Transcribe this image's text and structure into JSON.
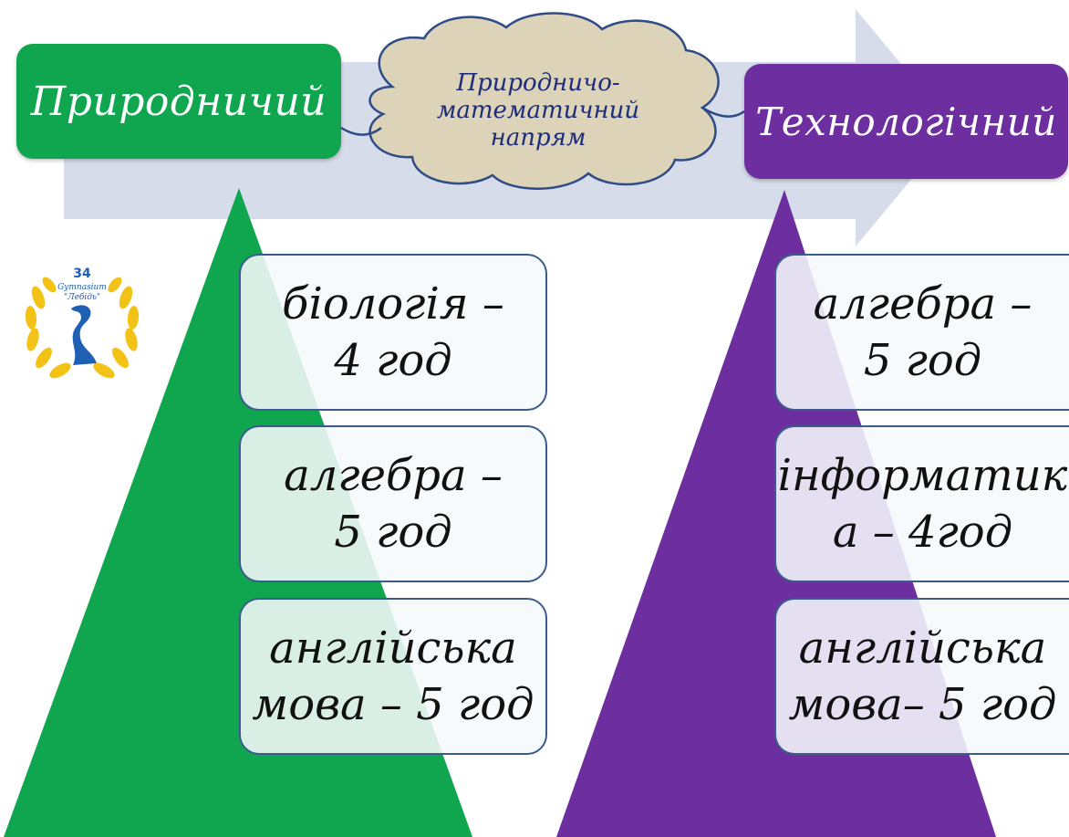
{
  "headers": {
    "left": "Природничий",
    "right": "Технологічний"
  },
  "cloud": {
    "line1": "Природничо-",
    "line2": "математичний",
    "line3": "напрям"
  },
  "left_column": {
    "box1": {
      "line1": "біологія –",
      "line2": "4 год"
    },
    "box2": {
      "line1": "алгебра –",
      "line2": "5 год"
    },
    "box3": {
      "line1": "англійська",
      "line2": "мова – 5 год"
    }
  },
  "right_column": {
    "box1": {
      "line1": "алгебра –",
      "line2": "5 год"
    },
    "box2": {
      "line1": "інформатик",
      "line2": "а – 4год"
    },
    "box3": {
      "line1": "англійська",
      "line2": "мова– 5 год"
    }
  },
  "logo": {
    "number": "34",
    "line1": "Gymnasium",
    "line2": "\"Лебідь\""
  },
  "colors": {
    "green": "#10a64f",
    "purple": "#6d2fa0",
    "arrow": "#d6dcea",
    "cloud": "#ddd3b8",
    "cloud_border": "#2f4c86",
    "laurel": "#f2c316"
  }
}
